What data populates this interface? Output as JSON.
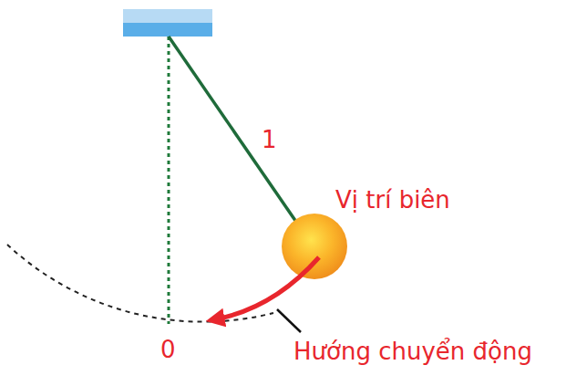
{
  "diagram": {
    "labels": [
      "1",
      "Vị trí biên",
      "0",
      "Hướng chuyển động"
    ]
  }
}
